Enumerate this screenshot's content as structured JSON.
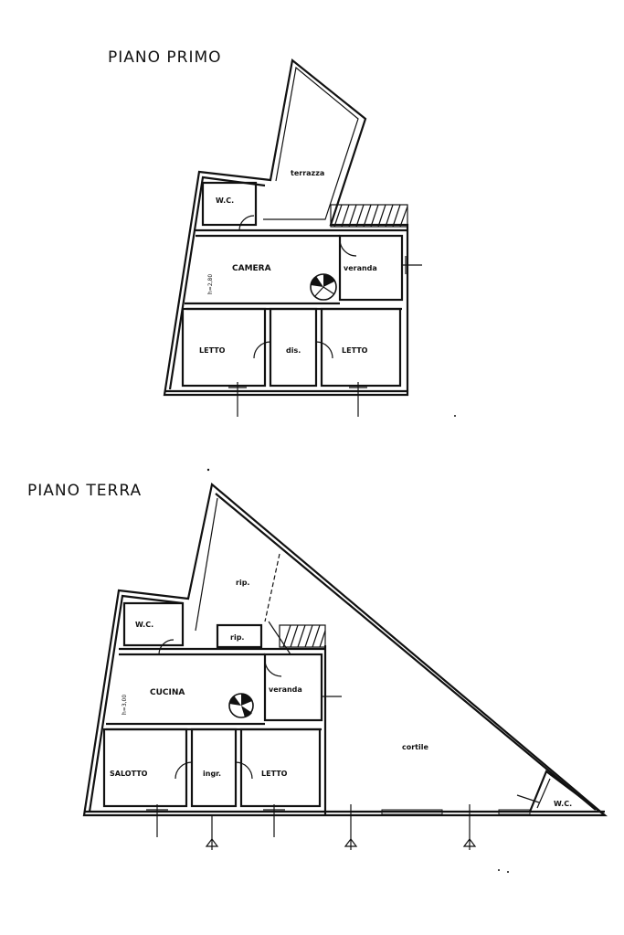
{
  "floors": {
    "first": {
      "title": "PIANO PRIMO",
      "rooms": {
        "wc": "W.C.",
        "terrace": "terrazza",
        "bedroom_main": "CAMERA",
        "veranda": "veranda",
        "bedroom_left": "LETTO",
        "hallway": "dis.",
        "bedroom_right": "LETTO"
      },
      "height_note": "h=2,80"
    },
    "ground": {
      "title": "PIANO TERRA",
      "rooms": {
        "storage_large": "rip.",
        "storage_small": "rip.",
        "wc": "W.C.",
        "kitchen": "CUCINA",
        "veranda": "veranda",
        "living": "SALOTTO",
        "entrance": "ingr.",
        "bedroom": "LETTO",
        "courtyard": "cortile",
        "wc_courtyard": "W.C."
      },
      "height_note": "h=3,00"
    }
  }
}
